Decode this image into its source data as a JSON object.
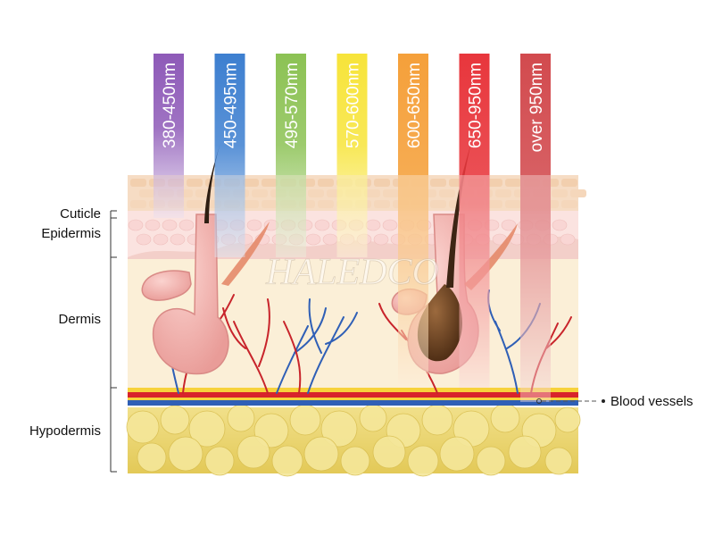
{
  "watermark": "HALEDCO",
  "layers": {
    "cuticle": "Cuticle",
    "epidermis": "Epidermis",
    "dermis": "Dermis",
    "hypodermis": "Hypodermis"
  },
  "callouts": {
    "blood_vessels": "Blood vessels"
  },
  "wavelengths": [
    {
      "label": "380-450nm",
      "color": "#8e5ab8",
      "depth": "cuticle"
    },
    {
      "label": "450-495nm",
      "color": "#3d7fd0",
      "depth": "epidermis"
    },
    {
      "label": "495-570nm",
      "color": "#8cc254",
      "depth": "epidermis"
    },
    {
      "label": "570-600nm",
      "color": "#f7e43a",
      "depth": "epidermis"
    },
    {
      "label": "600-650nm",
      "color": "#f5a03a",
      "depth": "dermis"
    },
    {
      "label": "650-950nm",
      "color": "#e8363c",
      "depth": "dermis"
    },
    {
      "label": "over  950nm",
      "color": "#d24a4e",
      "depth": "hypodermis"
    }
  ]
}
